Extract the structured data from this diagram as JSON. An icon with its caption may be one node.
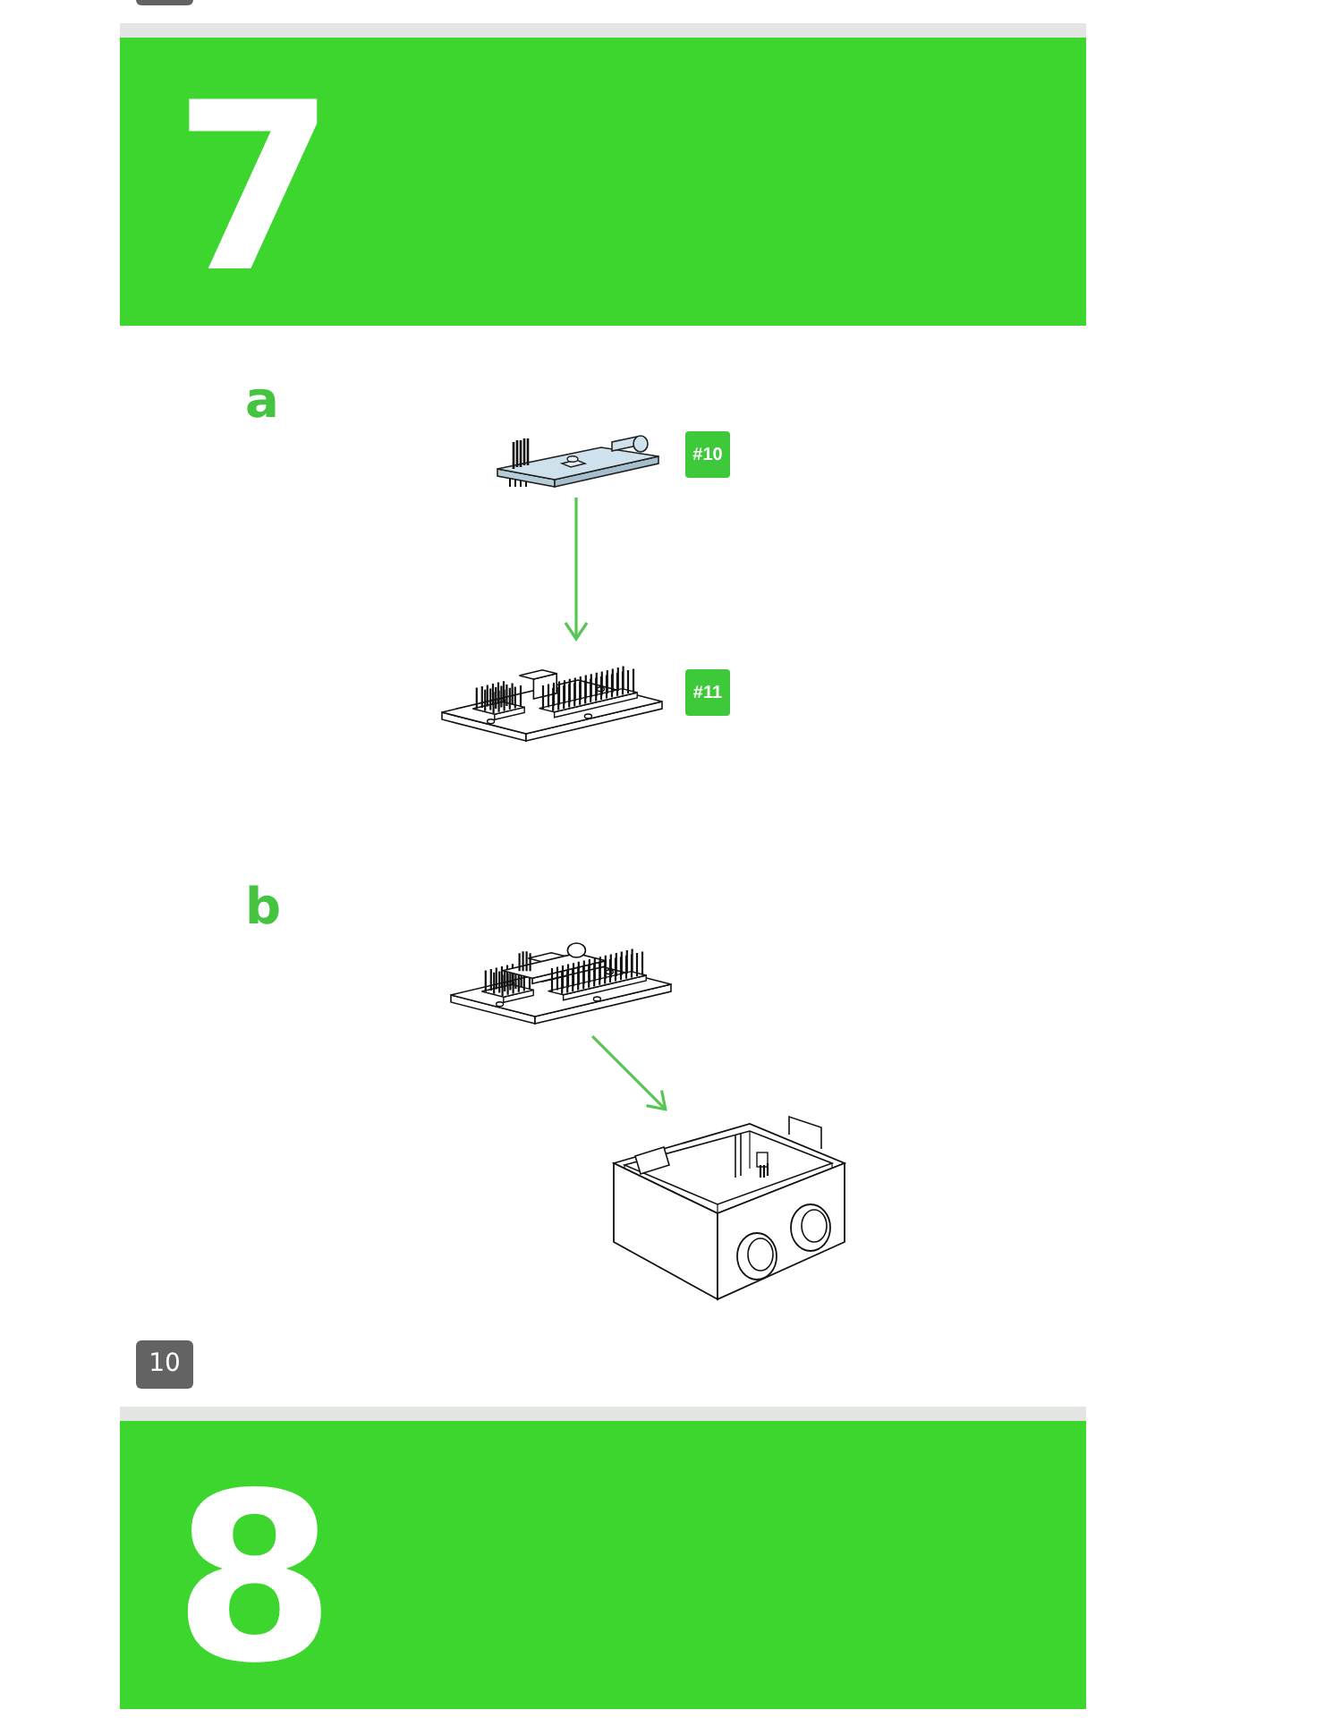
{
  "diagram": {
    "nodes": [
      {
        "text": [
          "7"
        ]
      },
      {
        "text": [],
        "shape": "picture"
      },
      {
        "text": [
          "#10"
        ]
      },
      {
        "text": [],
        "shape": "picture"
      },
      {
        "text": [
          "#11"
        ]
      },
      {
        "text": [],
        "shape": "picture"
      },
      {
        "text": [],
        "shape": "picture"
      },
      {
        "text": [
          "10"
        ]
      },
      {
        "text": [
          "8"
        ]
      }
    ],
    "edges": [
      {
        "from": 1,
        "to": 3,
        "arrow": "to"
      },
      {
        "from": 5,
        "to": 6,
        "arrow": "to"
      }
    ],
    "labels": [
      "a",
      "b"
    ]
  }
}
